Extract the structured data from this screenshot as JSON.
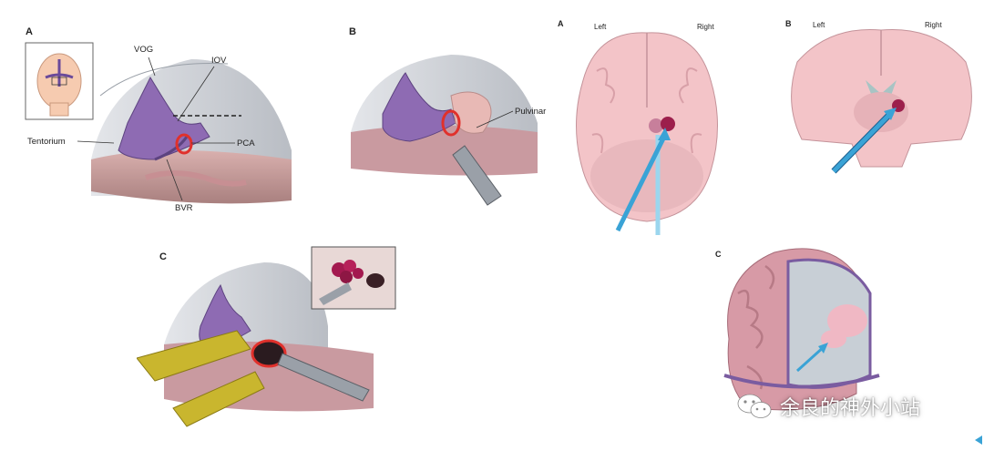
{
  "panels": {
    "surg_a": {
      "label": "A",
      "vog": "VOG",
      "iov": "IOV",
      "tentorium": "Tentorium",
      "pca": "PCA",
      "bvr": "BVR"
    },
    "surg_b": {
      "label": "B",
      "pulvinar": "Pulvinar"
    },
    "surg_c": {
      "label": "C"
    },
    "brain_a": {
      "label": "A",
      "left": "Left",
      "right": "Right"
    },
    "brain_b": {
      "label": "B",
      "left": "Left",
      "right": "Right"
    },
    "brain_c": {
      "label": "C"
    }
  },
  "watermark": {
    "text": "余良的神外小站",
    "icon": "wechat-icon"
  },
  "colors": {
    "vein": "#8e6bb3",
    "artery": "#e0312c",
    "brain": "#f3c4c8",
    "tissue": "#c99aa0",
    "arrow": "#3aa3d6",
    "lesion": "#9c1f4c",
    "retractor": "#c9b62e"
  }
}
